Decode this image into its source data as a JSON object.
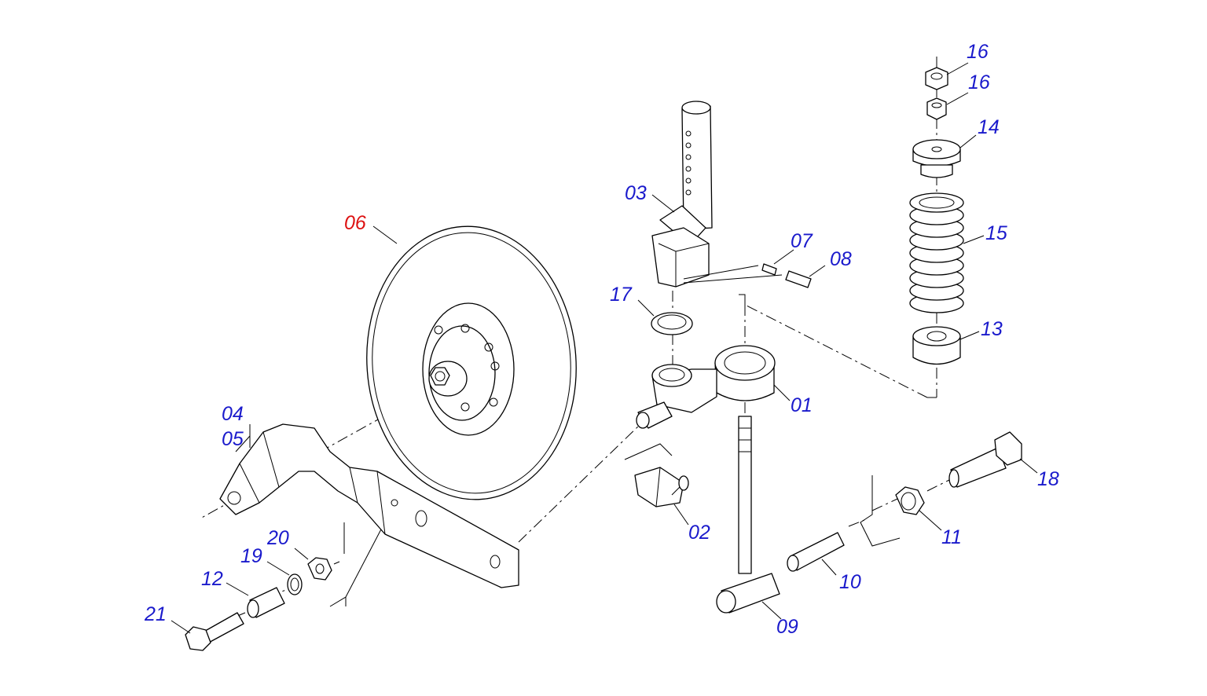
{
  "diagram": {
    "colors": {
      "label": "#1a1acc",
      "highlight": "#dd1111",
      "line": "#000000"
    },
    "labels": {
      "p01": "01",
      "p02": "02",
      "p03": "03",
      "p04": "04",
      "p05": "05",
      "p06": "06",
      "p07": "07",
      "p08": "08",
      "p09": "09",
      "p10": "10",
      "p11": "11",
      "p12": "12",
      "p13": "13",
      "p14": "14",
      "p15": "15",
      "p16a": "16",
      "p16b": "16",
      "p17": "17",
      "p18": "18",
      "p19": "19",
      "p20": "20",
      "p21": "21"
    },
    "highlighted": [
      "p06"
    ]
  }
}
